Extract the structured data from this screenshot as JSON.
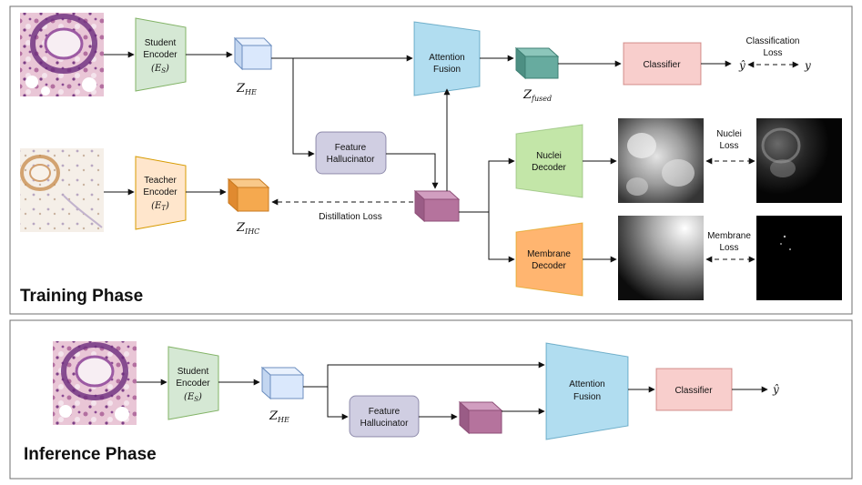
{
  "training": {
    "phase_title": "Training Phase",
    "student_encoder": {
      "line1": "Student",
      "line2": "Encoder",
      "symbol": "(E",
      "sub": "S",
      "close": ")"
    },
    "teacher_encoder": {
      "line1": "Teacher",
      "line2": "Encoder",
      "symbol": "(E",
      "sub": "T",
      "close": ")"
    },
    "z_he": {
      "base": "Z",
      "sub": "HE"
    },
    "z_ihc": {
      "base": "Z",
      "sub": "IHC"
    },
    "z_fused": {
      "base": "Z",
      "sub": "fused"
    },
    "attention_fusion": {
      "line1": "Attention",
      "line2": "Fusion"
    },
    "feature_hallucinator": {
      "line1": "Feature",
      "line2": "Hallucinator"
    },
    "classifier": "Classifier",
    "classification_loss": {
      "line1": "Classification",
      "line2": "Loss"
    },
    "y_hat": "ŷ",
    "y": "y",
    "distillation_loss": "Distillation Loss",
    "nuclei_decoder": {
      "line1": "Nuclei",
      "line2": "Decoder"
    },
    "membrane_decoder": {
      "line1": "Membrane",
      "line2": "Decoder"
    },
    "nuclei_loss": {
      "line1": "Nuclei",
      "line2": "Loss"
    },
    "membrane_loss": {
      "line1": "Membrane",
      "line2": "Loss"
    }
  },
  "inference": {
    "phase_title": "Inference Phase",
    "student_encoder": {
      "line1": "Student",
      "line2": "Encoder",
      "symbol": "(E",
      "sub": "S",
      "close": ")"
    },
    "z_he": {
      "base": "Z",
      "sub": "HE"
    },
    "feature_hallucinator": {
      "line1": "Feature",
      "line2": "Hallucinator"
    },
    "attention_fusion": {
      "line1": "Attention",
      "line2": "Fusion"
    },
    "classifier": "Classifier",
    "y_hat": "ŷ"
  },
  "colors": {
    "encoder_green": "#d5e8d4",
    "teacher_orange": "#ffe6cc",
    "attention_blue": "#b1ddf0",
    "hallucinator_purple": "#d0cee2",
    "classifier_pink": "#f8cecc",
    "decoder_green": "#c3e6a8",
    "decoder_orange": "#ffb570",
    "fused_teal": "#67ab9f",
    "hallucinated_purple": "#b5739d",
    "zihc_orange": "#f5a94f",
    "zhe_blue": "#dae8fc"
  }
}
